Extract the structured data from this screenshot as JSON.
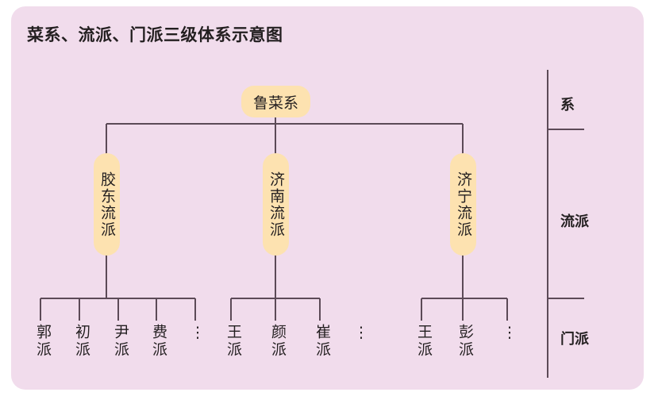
{
  "title": "菜系、流派、门派三级体系示意图",
  "colors": {
    "panel_background": "#f1dcec",
    "page_background": "#ffffff",
    "node_fill": "#fde2b0",
    "line": "#5c4a57",
    "text": "#231f20"
  },
  "tree": {
    "root": {
      "label": "鲁菜系"
    },
    "branches": [
      {
        "label": "胶东流派",
        "leaves": [
          "郭派",
          "初派",
          "尹派",
          "费派"
        ],
        "has_ellipsis": true,
        "ellipsis": "⋮"
      },
      {
        "label": "济南流派",
        "leaves": [
          "王派",
          "颜派",
          "崔派"
        ],
        "has_ellipsis": true,
        "ellipsis": "⋮"
      },
      {
        "label": "济宁流派",
        "leaves": [
          "王派",
          "彭派"
        ],
        "has_ellipsis": true,
        "ellipsis": "⋮"
      }
    ]
  },
  "tiers": [
    {
      "label": "系"
    },
    {
      "label": "流派"
    },
    {
      "label": "门派"
    }
  ]
}
